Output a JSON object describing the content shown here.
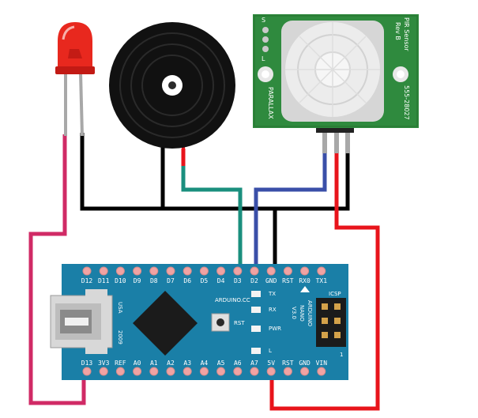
{
  "pir": {
    "pins": [
      "S",
      "L"
    ],
    "title": "PIR Sensor",
    "rev": "Rev B",
    "part_number": "555-28027",
    "brand": "PARALLAX"
  },
  "nano": {
    "top_pins": [
      "D12",
      "D11",
      "D10",
      "D9",
      "D8",
      "D7",
      "D6",
      "D5",
      "D4",
      "D3",
      "D2",
      "GND",
      "RST",
      "RX0",
      "TX1"
    ],
    "bottom_pins": [
      "D13",
      "3V3",
      "REF",
      "A0",
      "A1",
      "A2",
      "A3",
      "A4",
      "A5",
      "A6",
      "A7",
      "5V",
      "RST",
      "GND",
      "VIN"
    ],
    "usa": "USA",
    "year": "2009",
    "brand_url": "ARDUINO.CC",
    "leds": [
      "TX",
      "RX",
      "PWR",
      "L"
    ],
    "reset_label": "RST",
    "model": [
      "ARDUINO",
      "NANO",
      "V3.0"
    ],
    "icsp": "ICSP",
    "icsp_pin": "1"
  },
  "colors": {
    "board": "#1a7fa7",
    "wire_black": "#000000",
    "wire_teal": "#1a8f7e",
    "wire_blue": "#3a4fa8",
    "wire_red": "#e8141b",
    "wire_pink": "#d02a65",
    "pir_board": "#2f8a3e",
    "led": "#e8281e"
  }
}
